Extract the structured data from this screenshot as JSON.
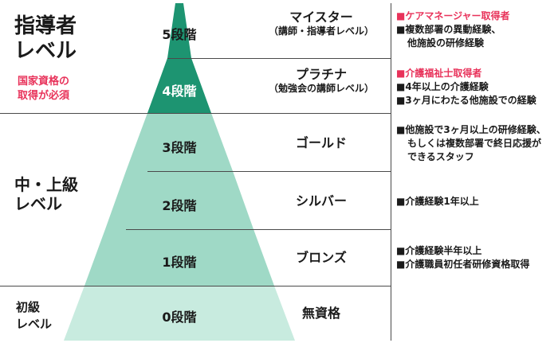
{
  "colors": {
    "band_dark": "#1d9471",
    "band_light": "#9fd9c6",
    "band_lightest": "#c8ebdf",
    "highlight_text": "#e8325a"
  },
  "categories": {
    "top": {
      "line1": "指導者",
      "line2": "レベル",
      "note1": "国家資格の",
      "note2": "取得が必須"
    },
    "mid": {
      "line1": "中・上級",
      "line2": "レベル"
    },
    "low": {
      "line1": "初級",
      "line2": "レベル"
    }
  },
  "levels": [
    {
      "stage": "5段階",
      "name": "マイスター",
      "sub": "（講師・指導者レベル）",
      "requirements": [
        "■ケアマネージャー取得者",
        "■複数部署の異動経験、",
        "他施設の研修経験"
      ]
    },
    {
      "stage": "4段階",
      "name": "プラチナ",
      "sub": "（勉強会の講師レベル）",
      "requirements": [
        "■介護福祉士取得者",
        "■4年以上の介護経験",
        "■3ヶ月にわたる他施設での経験"
      ]
    },
    {
      "stage": "3段階",
      "name": "ゴールド",
      "requirements": [
        "■他施設で3ヶ月以上の研修経験、",
        "もしくは複数部署で終日応援が",
        "できるスタッフ"
      ]
    },
    {
      "stage": "2段階",
      "name": "シルバー",
      "requirements": [
        "■介護経験1年以上"
      ]
    },
    {
      "stage": "1段階",
      "name": "ブロンズ",
      "requirements": [
        "■介護経験半年以上",
        "■介護職員初任者研修資格取得"
      ]
    },
    {
      "stage": "0段階",
      "name": "無資格"
    }
  ]
}
